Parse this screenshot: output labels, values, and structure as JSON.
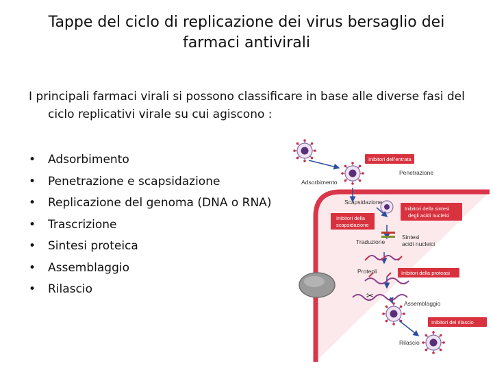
{
  "slide": {
    "title": "Tappe del ciclo di replicazione dei virus bersaglio dei farmaci antivirali",
    "intro": "I principali farmaci virali si possono classificare in base alle diverse fasi del ciclo replicativi virale su cui agiscono :",
    "bullet_glyph": "•",
    "bullets": [
      "Adsorbimento",
      "Penetrazione e scapsidazione",
      "Replicazione del genoma (DNA o RNA)",
      "Trascrizione",
      "Sintesi proteica",
      "Assemblaggio",
      "Rilascio"
    ]
  },
  "diagram": {
    "stage_labels": {
      "adsorbimento": "Adsorbimento",
      "penetrazione": "Penetrazione",
      "scapsidazione": "Scapsidazione",
      "traduzione": "Traduzione",
      "proteoli": "Proteoli",
      "sintesi_line1": "Sintesi",
      "sintesi_line2": "acidi nucleici",
      "assemblaggio": "Assemblaggio",
      "rilascio": "Rilascio"
    },
    "inhibitor_labels": {
      "entrata": "Inibitori dell'entrata",
      "sintesi_line1": "Inibitori della sintesi",
      "sintesi_line2": "degli acidi nucleici",
      "scapsidazione_line1": "Inibitori della",
      "scapsidazione_line2": "scapsidazione",
      "proteasi": "Inibitori della proteasi",
      "rilascio": "Inibitori del rilascio"
    },
    "colors": {
      "membrane": "#d9364a",
      "cytoplasm": "#fce9ec",
      "inhibitor_box": "#d8323e",
      "arrow": "#2b4f9e",
      "nucleus": "#9a9a9a",
      "virion_core": "#5a2f7a"
    }
  }
}
